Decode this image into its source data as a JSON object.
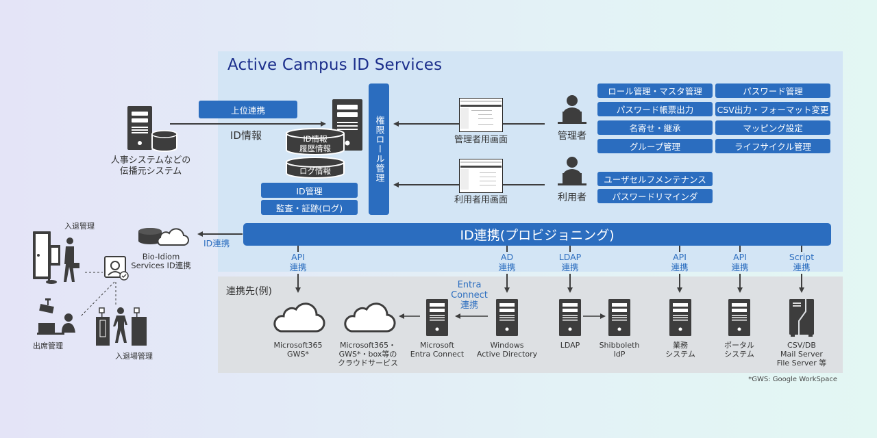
{
  "title": "Active Campus ID Services",
  "source_system": {
    "label_line1": "人事システムなどの",
    "label_line2": "伝播元システム",
    "upper_link_button": "上位連携",
    "flow_label": "ID情報"
  },
  "core": {
    "db_top_line1": "ID情報",
    "db_top_line2": "履歴情報",
    "db_bottom": "ログ情報",
    "id_management": "ID管理",
    "audit": "監査・証跡(ログ)",
    "role_bar": "権限ロール管理"
  },
  "screens": {
    "admin_screen": "管理者用画面",
    "user_screen": "利用者用画面"
  },
  "actors": {
    "admin": "管理者",
    "user": "利用者"
  },
  "admin_functions": [
    "ロール管理・マスタ管理",
    "パスワード管理",
    "パスワード帳票出力",
    "CSV出力・フォーマット変更",
    "名寄せ・継承",
    "マッピング設定",
    "グループ管理",
    "ライフサイクル管理"
  ],
  "user_functions": [
    "ユーザセルフメンテナンス",
    "パスワードリマインダ"
  ],
  "provisioning_bar": "ID連携(プロビジョニング)",
  "bio": {
    "link_label": "ID連携",
    "name_line1": "Bio-Idiom",
    "name_line2": "Services ID連携",
    "entry_exit": "入退管理",
    "attendance": "出席管理",
    "gate": "入退場管理"
  },
  "connectors": [
    {
      "line1": "API",
      "line2": "連携"
    },
    {
      "line1": "AD",
      "line2": "連携"
    },
    {
      "line1": "LDAP",
      "line2": "連携"
    },
    {
      "line1": "API",
      "line2": "連携"
    },
    {
      "line1": "API",
      "line2": "連携"
    },
    {
      "line1": "Script",
      "line2": "連携"
    }
  ],
  "destinations": {
    "section_label": "連携先(例)",
    "entra_link": {
      "line1": "Entra",
      "line2": "Connect",
      "line3": "連携"
    },
    "items": [
      {
        "icon": "cloud-icon",
        "lines": [
          "Microsoft365",
          "GWS*"
        ]
      },
      {
        "icon": "cloud-icon",
        "lines": [
          "Microsoft365・",
          "GWS*・box等の",
          "クラウドサービス"
        ]
      },
      {
        "icon": "server-icon",
        "lines": [
          "Microsoft",
          "Entra Connect"
        ]
      },
      {
        "icon": "server-icon",
        "lines": [
          "Windows",
          "Active Directory"
        ]
      },
      {
        "icon": "server-icon",
        "lines": [
          "LDAP"
        ]
      },
      {
        "icon": "server-icon",
        "lines": [
          "Shibboleth",
          "IdP"
        ]
      },
      {
        "icon": "server-icon",
        "lines": [
          "業務",
          "システム"
        ]
      },
      {
        "icon": "server-icon",
        "lines": [
          "ポータル",
          "システム"
        ]
      },
      {
        "icon": "storage-icon",
        "lines": [
          "CSV/DB",
          "Mail Server",
          "File Server 等"
        ]
      }
    ]
  },
  "footnote": "*GWS: Google WorkSpace",
  "colors": {
    "accent": "#2b6dbf",
    "title": "#1c2f8c",
    "icon": "#3d3d3d",
    "panel_top": "#d3e5f5",
    "panel_bottom": "#dde0e3"
  }
}
